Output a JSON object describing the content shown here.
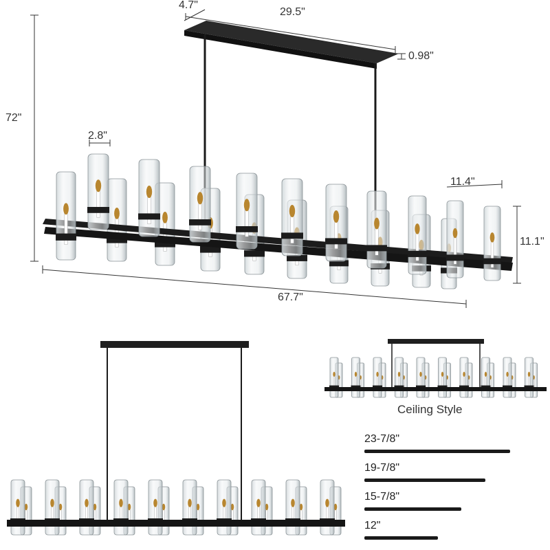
{
  "dimensions": {
    "canopy_depth": "4.7\"",
    "canopy_length": "29.5\"",
    "canopy_height": "0.98\"",
    "overall_height": "72\"",
    "shade_diameter": "2.8\"",
    "spacing": "11.4\"",
    "fixture_height": "11.1\"",
    "overall_length": "67.7\""
  },
  "ceiling_style_label": "Ceiling Style",
  "rods": [
    {
      "label": "23-7/8\"",
      "fraction": 1.0
    },
    {
      "label": "19-7/8\"",
      "fraction": 0.832
    },
    {
      "label": "15-7/8\"",
      "fraction": 0.664
    },
    {
      "label": "12\"",
      "fraction": 0.503
    }
  ],
  "colors": {
    "metal": "#1c1c1c",
    "glass": "#dfe4e6",
    "glass_edge": "#8b9397",
    "brass": "#b8862f",
    "line": "#333333"
  }
}
